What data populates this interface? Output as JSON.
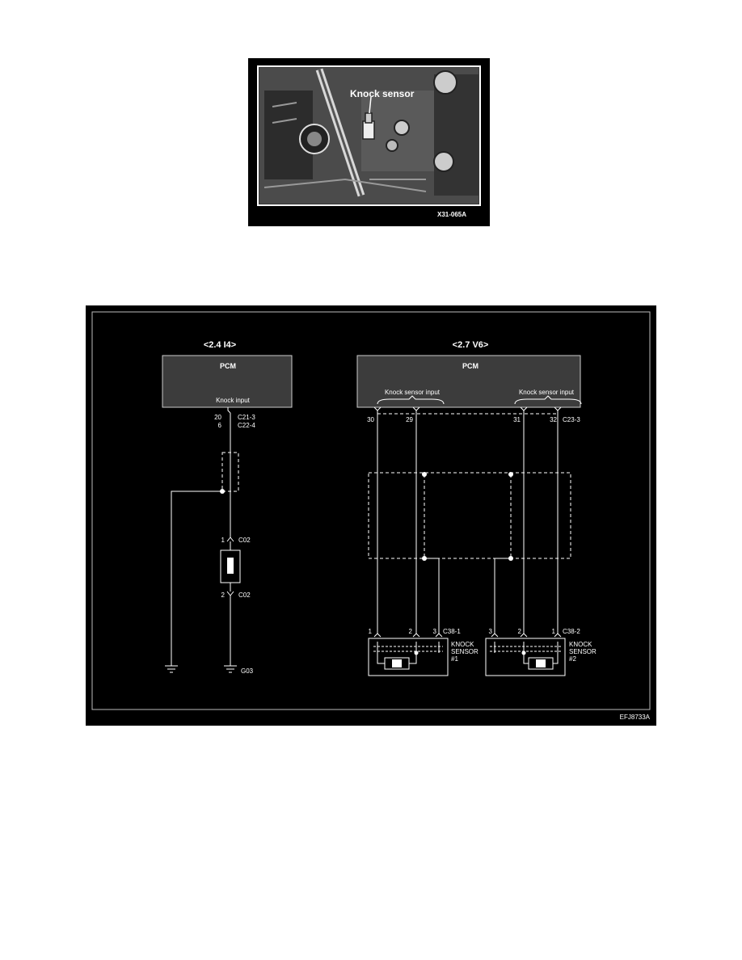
{
  "photo": {
    "callout": "Knock sensor",
    "figure_code": "X31-065A"
  },
  "diagram": {
    "figure_code": "EFJ8733A",
    "left": {
      "title": "<2.4  I4>",
      "module": "PCM",
      "signal": "Knock input",
      "pin_top": "20",
      "conn_top": "C21-3",
      "pin_bottom": "6",
      "conn_bottom": "C22-4",
      "sensor_pin1": "1",
      "sensor_conn1": "C02",
      "sensor_pin2": "2",
      "sensor_conn2": "C02",
      "ground": "G03"
    },
    "right": {
      "title": "<2.7  V6>",
      "module": "PCM",
      "signal_a": "Knock sensor input",
      "signal_b": "Knock sensor input",
      "pins": [
        "30",
        "29",
        "31",
        "32"
      ],
      "pcm_conn": "C23-3",
      "s1_pins": [
        "1",
        "2",
        "3"
      ],
      "s1_conn": "C38-1",
      "s1_label_1": "KNOCK",
      "s1_label_2": "SENSOR",
      "s1_label_3": "#1",
      "s2_pins": [
        "3",
        "2",
        "1"
      ],
      "s2_conn": "C38-2",
      "s2_label_1": "KNOCK",
      "s2_label_2": "SENSOR",
      "s2_label_3": "#2"
    }
  }
}
